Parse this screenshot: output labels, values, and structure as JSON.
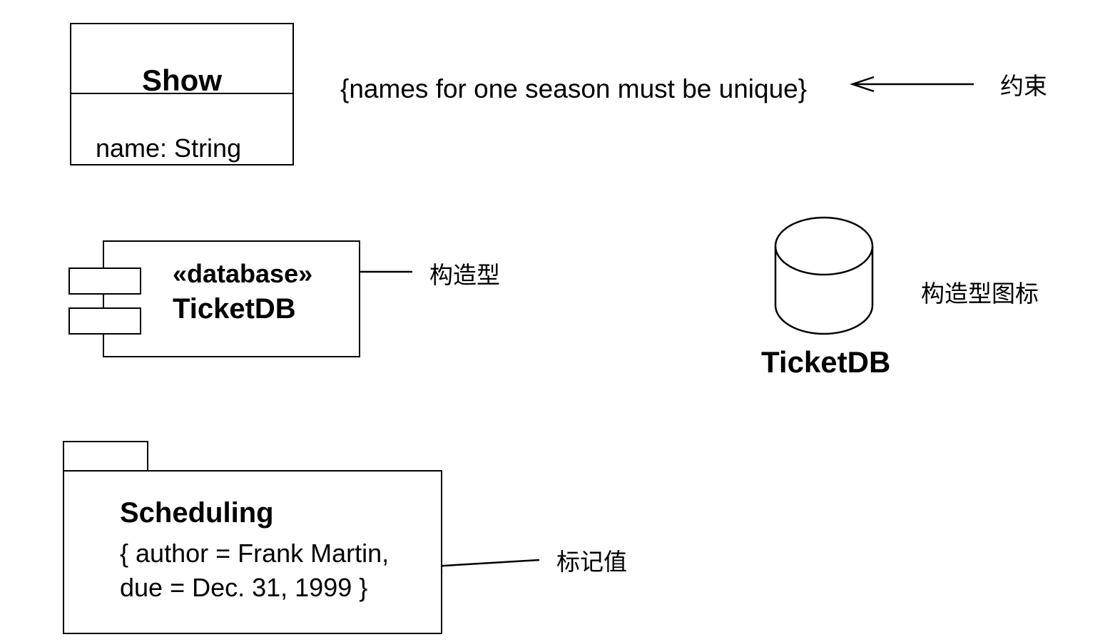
{
  "class_show": {
    "name": "Show",
    "attribute": "name: String"
  },
  "constraint": {
    "text": "{names for one season must be unique}",
    "label": "约束"
  },
  "component": {
    "stereotype": "«database»",
    "name": "TicketDB",
    "label": "构造型"
  },
  "stereotype_icon": {
    "name": "TicketDB",
    "label": "构造型图标"
  },
  "package": {
    "name": "Scheduling",
    "tagged_line_1": "{ author = Frank Martin,",
    "tagged_line_2": "due = Dec. 31, 1999 }",
    "label": "标记值"
  }
}
